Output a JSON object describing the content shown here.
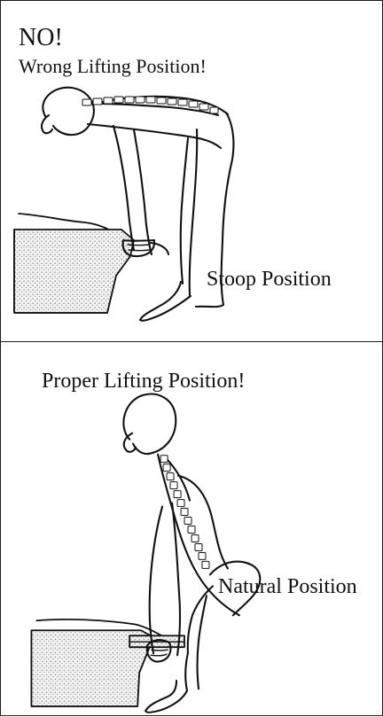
{
  "top_panel": {
    "title": "NO!",
    "subtitle": "Wrong Lifting Position!",
    "label": "Stoop Position"
  },
  "bottom_panel": {
    "title": "Proper Lifting Position!",
    "label": "Natural Position"
  }
}
